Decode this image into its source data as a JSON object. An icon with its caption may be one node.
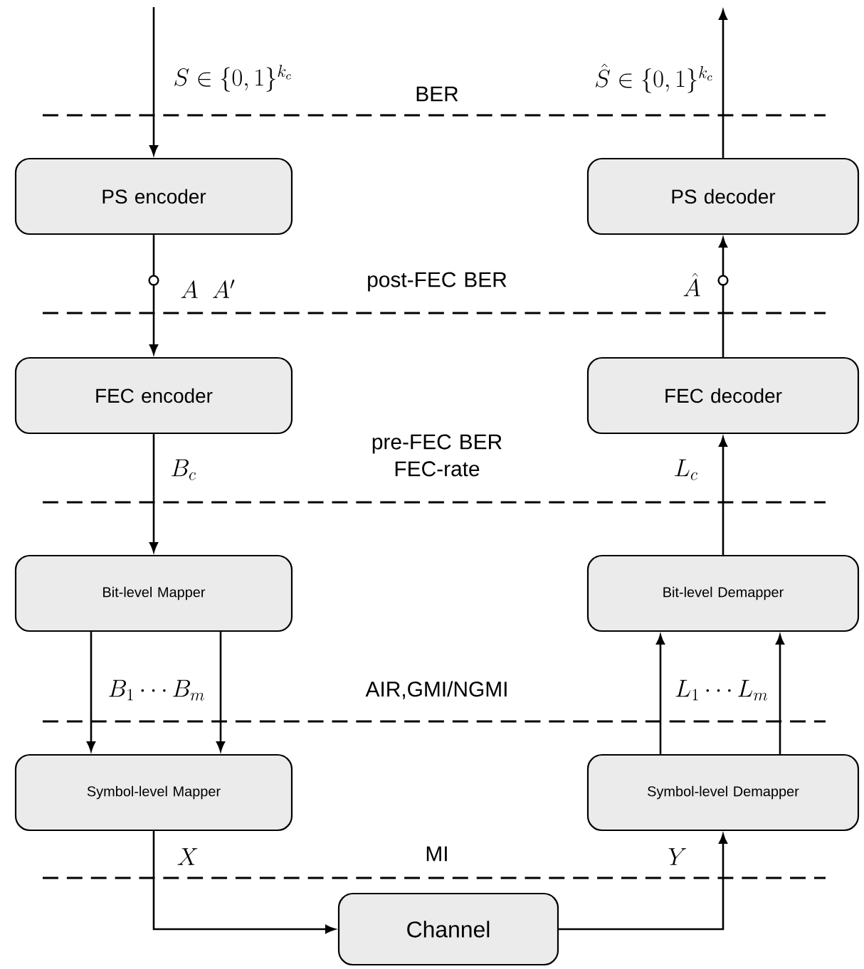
{
  "diagram": {
    "nodes": [
      {
        "text": [
          "PS encoder"
        ]
      },
      {
        "text": [
          "FEC encoder"
        ]
      },
      {
        "text": [
          "Bit-level Mapper"
        ]
      },
      {
        "text": [
          "Symbol-level Mapper"
        ]
      },
      {
        "text": [
          "Channel"
        ]
      },
      {
        "text": [
          "Symbol-level Demapper"
        ]
      },
      {
        "text": [
          "Bit-level Demapper"
        ]
      },
      {
        "text": [
          "FEC decoder"
        ]
      },
      {
        "text": [
          "PS decoder"
        ]
      }
    ],
    "edges": [
      {
        "from": null,
        "to": 0,
        "arrow": "to",
        "label": "S \\in \\{0,1\\}^{k_c}"
      },
      {
        "from": 0,
        "to": 1,
        "arrow": "to",
        "label": "A\\;\\;A'"
      },
      {
        "from": 1,
        "to": 2,
        "arrow": "to",
        "label": "B_c"
      },
      {
        "from": 2,
        "to": 3,
        "arrow": "to",
        "label": "B_1 \\cdots B_m"
      },
      {
        "from": 2,
        "to": 3,
        "arrow": "to"
      },
      {
        "from": 3,
        "to": 4,
        "arrow": "to",
        "label": "X"
      },
      {
        "from": 4,
        "to": 5,
        "arrow": "to",
        "label": "Y"
      },
      {
        "from": 5,
        "to": 6,
        "arrow": "to",
        "label": "L_1 \\cdots L_m"
      },
      {
        "from": 5,
        "to": 6,
        "arrow": "to"
      },
      {
        "from": 6,
        "to": 7,
        "arrow": "to",
        "label": "L_c"
      },
      {
        "from": 7,
        "to": 8,
        "arrow": "to",
        "label": "\\hat{A}"
      },
      {
        "from": 8,
        "to": null,
        "arrow": "to",
        "label": "\\hat{S} \\in \\{0,1\\}^{k_c}"
      }
    ],
    "labels": [
      "BER",
      "post-FEC BER",
      "pre-FEC BER FEC-rate",
      "AIR,GMI/NGMI",
      "MI"
    ]
  }
}
